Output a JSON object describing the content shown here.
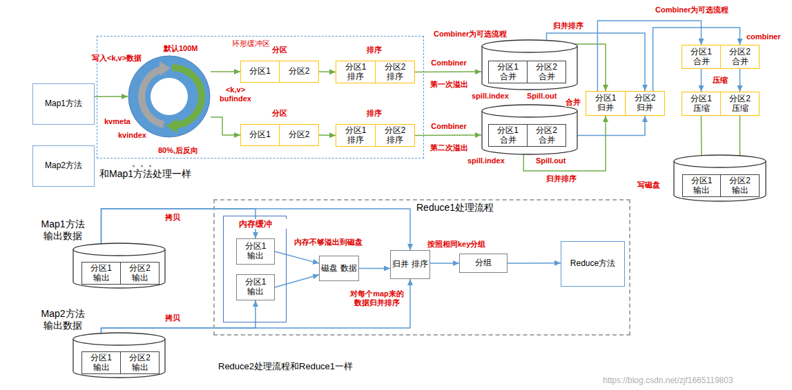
{
  "diagram": {
    "nodes": [
      {
        "text": [
          "Map1方法"
        ]
      },
      {
        "text": [
          "Map2方法"
        ]
      },
      {
        "text": [
          "环形缓冲区"
        ]
      },
      {
        "text": [
          "<k,v> bufindex",
          "kvmeta",
          "kvindex"
        ],
        "in": 2
      },
      {
        "text": [
          "分区1"
        ],
        "in": 2
      },
      {
        "text": [
          "分区2"
        ],
        "in": 2
      },
      {
        "text": [
          "分区1 排序"
        ],
        "in": 2
      },
      {
        "text": [
          "分区2 排序"
        ],
        "in": 2
      },
      {
        "text": [
          "分区1"
        ],
        "in": 2
      },
      {
        "text": [
          "分区2"
        ],
        "in": 2
      },
      {
        "text": [
          "分区1 排序"
        ],
        "in": 2
      },
      {
        "text": [
          "分区2 排序"
        ],
        "in": 2
      },
      {
        "text": [
          "spill.index",
          "Spill.out"
        ]
      },
      {
        "text": [
          "分区1 合并"
        ],
        "in": 12
      },
      {
        "text": [
          "分区2 合并"
        ],
        "in": 12
      },
      {
        "text": [
          "spill.index",
          "Spill.out"
        ]
      },
      {
        "text": [
          "分区1 合并"
        ],
        "in": 15
      },
      {
        "text": [
          "分区2 合并"
        ],
        "in": 15
      },
      {
        "text": [
          "分区1 归并"
        ]
      },
      {
        "text": [
          "分区2 归并"
        ]
      },
      {
        "text": [
          "分区1 合并"
        ]
      },
      {
        "text": [
          "分区2 合并"
        ]
      },
      {
        "text": [
          "分区1 压缩"
        ]
      },
      {
        "text": [
          "分区2 压缩"
        ]
      },
      {
        "text": [
          "写磁盘"
        ]
      },
      {
        "text": [
          "分区1 输出"
        ],
        "in": 24
      },
      {
        "text": [
          "分区2 输出"
        ],
        "in": 24
      },
      {
        "text": [
          "Map1方法 输出数据"
        ]
      },
      {
        "text": [
          "分区1 输出"
        ],
        "in": 27
      },
      {
        "text": [
          "分区2 输出"
        ],
        "in": 27
      },
      {
        "text": [
          "Map2方法 输出数据"
        ]
      },
      {
        "text": [
          "分区1 输出"
        ],
        "in": 30
      },
      {
        "text": [
          "分区2 输出"
        ],
        "in": 30
      },
      {
        "text": [
          "Reduce1处理流程"
        ]
      },
      {
        "text": [
          "内存缓冲"
        ],
        "in": 33
      },
      {
        "text": [
          "分区1 输出"
        ],
        "in": 34
      },
      {
        "text": [
          "分区1 输出"
        ],
        "in": 34
      },
      {
        "text": [
          "磁盘 数据"
        ],
        "in": 33
      },
      {
        "text": [
          "归并 排序"
        ],
        "in": 33
      },
      {
        "text": [
          "分组"
        ],
        "in": 33
      },
      {
        "text": [
          "Reduce方法"
        ],
        "in": 33
      }
    ],
    "edges": [
      {
        "from": 0,
        "to": 3,
        "arrow": "to"
      },
      {
        "from": 3,
        "to": 4,
        "arrow": "to"
      },
      {
        "from": 3,
        "to": 8,
        "arrow": "to"
      },
      {
        "from": 5,
        "to": 6,
        "arrow": "to"
      },
      {
        "from": 7,
        "to": 12,
        "label": "Combiner",
        "arrow": "to"
      },
      {
        "from": 9,
        "to": 10,
        "arrow": "to"
      },
      {
        "from": 11,
        "to": 15,
        "label": "Combiner",
        "arrow": "to"
      },
      {
        "from": 13,
        "to": 18,
        "arrow": "to"
      },
      {
        "from": 16,
        "to": 18,
        "arrow": "to"
      },
      {
        "from": 14,
        "to": 19,
        "arrow": "to"
      },
      {
        "from": 17,
        "to": 19,
        "arrow": "to"
      },
      {
        "from": 18,
        "to": 20,
        "arrow": "to"
      },
      {
        "from": 19,
        "to": 21,
        "arrow": "to"
      },
      {
        "from": 20,
        "to": 22,
        "arrow": "to"
      },
      {
        "from": 21,
        "to": 23,
        "arrow": "to"
      },
      {
        "from": 22,
        "to": 25,
        "arrow": "to"
      },
      {
        "from": 23,
        "to": 26,
        "arrow": "to"
      },
      {
        "from": 28,
        "to": 35,
        "label": "拷贝",
        "arrow": "to"
      },
      {
        "from": 28,
        "to": 38,
        "arrow": "to"
      },
      {
        "from": 31,
        "to": 36,
        "label": "拷贝",
        "arrow": "to"
      },
      {
        "from": 31,
        "to": 38,
        "arrow": "to"
      },
      {
        "from": 35,
        "to": 37,
        "arrow": "to"
      },
      {
        "from": 36,
        "to": 37,
        "arrow": "to"
      },
      {
        "from": 37,
        "to": 38,
        "arrow": "to"
      },
      {
        "from": 38,
        "to": 39,
        "arrow": "to"
      },
      {
        "from": 39,
        "to": 40,
        "arrow": "to"
      }
    ],
    "labels": [
      "默认100M",
      "写入<k,v>数据",
      "80%,后反向",
      "分区",
      "排序",
      "Combiner为可选流程",
      "第一次溢出",
      "归并排序",
      "Combiner为可选流程",
      "combiner",
      "压缩",
      "合并",
      "分区",
      "排序",
      "第二次溢出",
      "归并排序",
      "。。。",
      "和Map1方法处理一样",
      "内存不够溢出到磁盘",
      "按照相同key分组",
      "对每个map来的 数据归并排序",
      "Reduce2处理流程和Reduce1一样",
      "https://blog.csdn.net/zjf1665119803"
    ]
  }
}
